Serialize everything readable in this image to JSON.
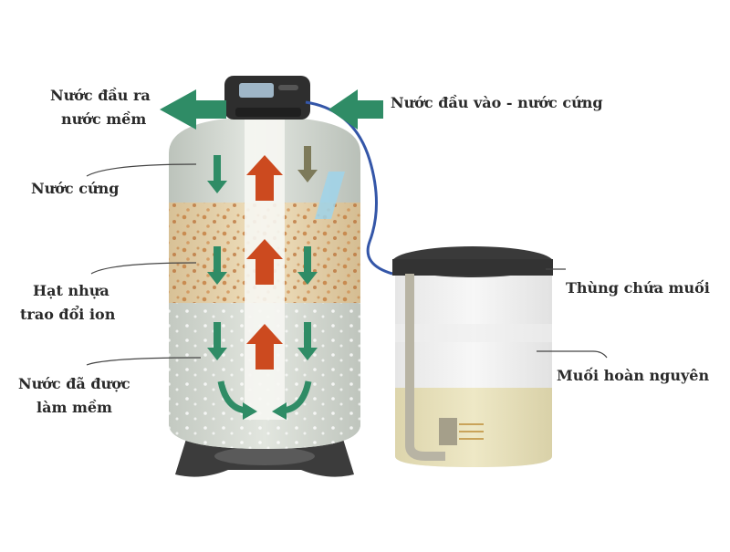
{
  "labels": {
    "outlet_line1": "Nước đầu ra",
    "outlet_line2": "nước mềm",
    "inlet": "Nước đầu vào - nước cứng",
    "hard_water": "Nước cứng",
    "resin_line1": "Hạt nhựa",
    "resin_line2": "trao đổi ion",
    "softened_line1": "Nước đã được",
    "softened_line2": "làm mềm",
    "brine_tank": "Thùng chứa muối",
    "regen_salt": "Muối hoàn nguyên"
  },
  "colors": {
    "flow_arrow_green": "#2f8c66",
    "up_arrow_orange": "#cc4a1f",
    "resin_band": "#e9d7b0",
    "salt_fill": "#e6dfb8",
    "tank_lid": "#333333",
    "base": "#3a3a3a"
  },
  "icons": {
    "down_flow": "green-down-arrow-icon",
    "up_flow": "orange-up-arrow-icon",
    "control_valve": "control-valve-icon"
  }
}
